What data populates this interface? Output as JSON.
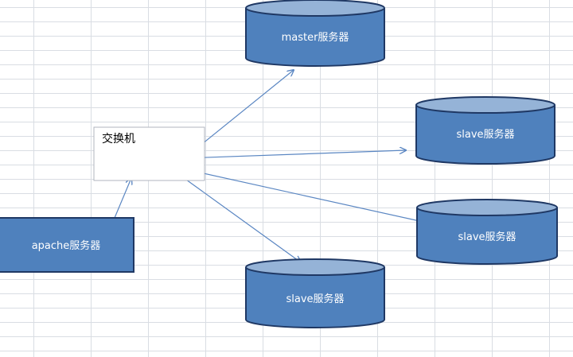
{
  "diagram": {
    "switch_label": "交换机",
    "apache_label": "apache服务器",
    "master_label": "master服务器",
    "slave1_label": "slave服务器",
    "slave2_label": "slave服务器",
    "slave3_label": "slave服务器"
  },
  "colors": {
    "node_fill": "#4f81bd",
    "node_top": "#95b3d7",
    "node_stroke": "#1f3864",
    "arrow": "#5a86c2"
  }
}
